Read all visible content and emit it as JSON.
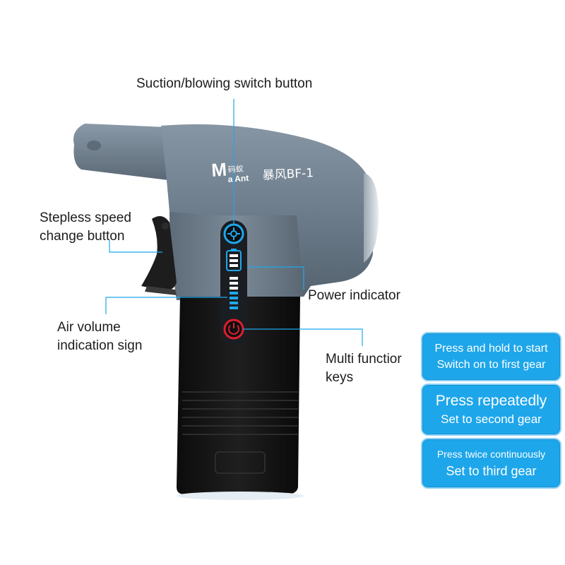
{
  "brand": {
    "logo_text": "Ma Ant",
    "logo_cn": "码蚁",
    "model": "暴风BF-1"
  },
  "labels": {
    "suction_switch": "Suction/blowing switch button",
    "stepless_line1": "Stepless speed",
    "stepless_line2": "change button",
    "air_volume_line1": "Air volume",
    "air_volume_line2": "indication sign",
    "power_indicator": "Power indicator",
    "multi_line1": "Multi functior",
    "multi_line2": "keys"
  },
  "instructions": [
    {
      "line1": "Press and hold to start",
      "line2": "Switch on to first gear"
    },
    {
      "line1": "Press repeatedly",
      "line2": "Set to second gear"
    },
    {
      "line1": "Press twice continuously",
      "line2": "Set to third gear"
    }
  ],
  "colors": {
    "body": "#6e7e8d",
    "battery": "#121212",
    "accent": "#1ea6ea",
    "power_button": "#e01e2b"
  },
  "icons": [
    "fan-mode-icon",
    "battery-level-icon",
    "power-icon"
  ]
}
